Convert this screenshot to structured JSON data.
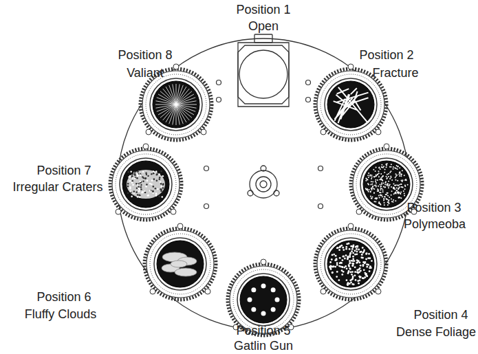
{
  "diagram": {
    "labels": [
      "Position 1",
      "Open",
      "Position 2",
      "Fracture",
      "Position 3",
      "Polymeoba",
      "Position 4",
      "Dense Foliage",
      "Position 5",
      "Gatlin Gun",
      "Position 6",
      "Fluffy Clouds",
      "Position 7",
      "Irregular Craters",
      "Position 8",
      "Valiant"
    ]
  }
}
